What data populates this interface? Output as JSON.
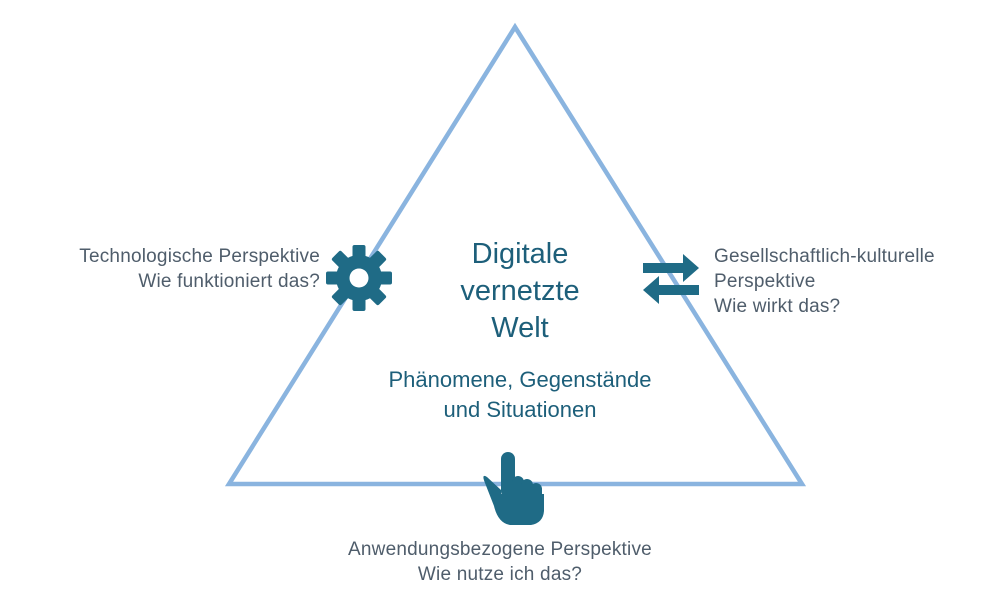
{
  "diagram": {
    "center": {
      "title_lines": [
        "Digitale",
        "vernetzte",
        "Welt"
      ],
      "subtitle_lines": [
        "Phänomene, Gegenstände",
        "und Situationen"
      ]
    },
    "perspectives": {
      "left": {
        "lines": [
          "Technologische Perspektive",
          "Wie funktioniert das?"
        ],
        "icon": "gear-icon"
      },
      "right": {
        "lines": [
          "Gesellschaftlich-kulturelle",
          "Perspektive",
          "Wie wirkt das?"
        ],
        "icon": "exchange-arrows-icon"
      },
      "bottom": {
        "lines": [
          "Anwendungsbezogene Perspektive",
          "Wie nutze ich das?"
        ],
        "icon": "pointing-hand-icon"
      }
    },
    "colors": {
      "triangle": "#8ab4df",
      "icon": "#1f6b86",
      "center_text": "#1d5f7a",
      "label_text": "#4f5d6b"
    }
  }
}
